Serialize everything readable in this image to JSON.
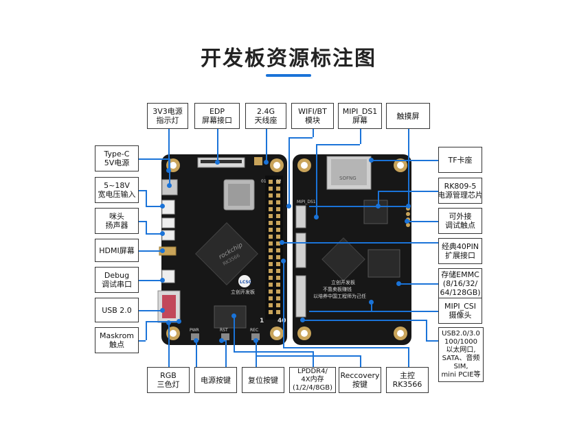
{
  "title": "开发板资源标注图",
  "colors": {
    "accent": "#1a73d8",
    "pcb": "#171717",
    "gold": "#c9a45a",
    "chip": "#2a2a2a"
  },
  "board_text": {
    "left_logo": "rockchip",
    "chip_mark": "RK3566",
    "brand_badge": "LCSC",
    "brand_name": "立创开发板",
    "right_slogan_1": "不靠卖板赚钱",
    "right_slogan_2": "以培养中国工程师为己任",
    "right_brand": "立创开发板",
    "tf_mark": "SOFNG",
    "button_pwr": "PWR",
    "button_rst": "RST",
    "button_rec": "REC",
    "pin_1": "1",
    "pin_40": "40",
    "pin_01": "01",
    "pin_02": "02",
    "mipi_mark": "MIPI_DS1"
  },
  "labels": {
    "top": [
      {
        "lines": [
          "3V3电源",
          "指示灯"
        ]
      },
      {
        "lines": [
          "EDP",
          "屏幕接口"
        ]
      },
      {
        "lines": [
          "2.4G",
          "天线座"
        ]
      },
      {
        "lines": [
          "WIFI/BT",
          "模块"
        ]
      },
      {
        "lines": [
          "MIPI_DS1",
          "屏幕"
        ]
      },
      {
        "lines": [
          "触摸屏"
        ]
      }
    ],
    "left": [
      {
        "lines": [
          "Type-C",
          "5V电源"
        ]
      },
      {
        "lines": [
          "5~18V",
          "宽电压输入"
        ]
      },
      {
        "lines": [
          "咪头",
          "扬声器"
        ]
      },
      {
        "lines": [
          "HDMI屏幕"
        ]
      },
      {
        "lines": [
          "Debug",
          "调试串口"
        ]
      },
      {
        "lines": [
          "USB 2.0"
        ]
      },
      {
        "lines": [
          "Maskrom",
          "触点"
        ]
      }
    ],
    "right": [
      {
        "lines": [
          "TF卡座"
        ]
      },
      {
        "lines": [
          "RK809-5",
          "电源管理芯片"
        ]
      },
      {
        "lines": [
          "可外接",
          "调试触点"
        ]
      },
      {
        "lines": [
          "经典40PIN",
          "扩展接口"
        ]
      },
      {
        "lines": [
          "存储EMMC",
          "(8/16/32/",
          "64/128GB)"
        ]
      },
      {
        "lines": [
          "MIPI_CSI",
          "摄像头"
        ]
      },
      {
        "lines": [
          "USB2.0/3.0",
          "100/1000",
          "以太网口,",
          "SATA、音频",
          "SIM,",
          "mini PCIE等"
        ]
      }
    ],
    "bottom": [
      {
        "lines": [
          "RGB",
          "三色灯"
        ]
      },
      {
        "lines": [
          "电源按键"
        ]
      },
      {
        "lines": [
          "复位按键"
        ]
      },
      {
        "lines": [
          "LPDDR4/",
          "4X内存",
          "(1/2/4/8GB)"
        ]
      },
      {
        "lines": [
          "Reccovery",
          "按键"
        ]
      },
      {
        "lines": [
          "主控",
          "RK3566"
        ]
      }
    ]
  }
}
